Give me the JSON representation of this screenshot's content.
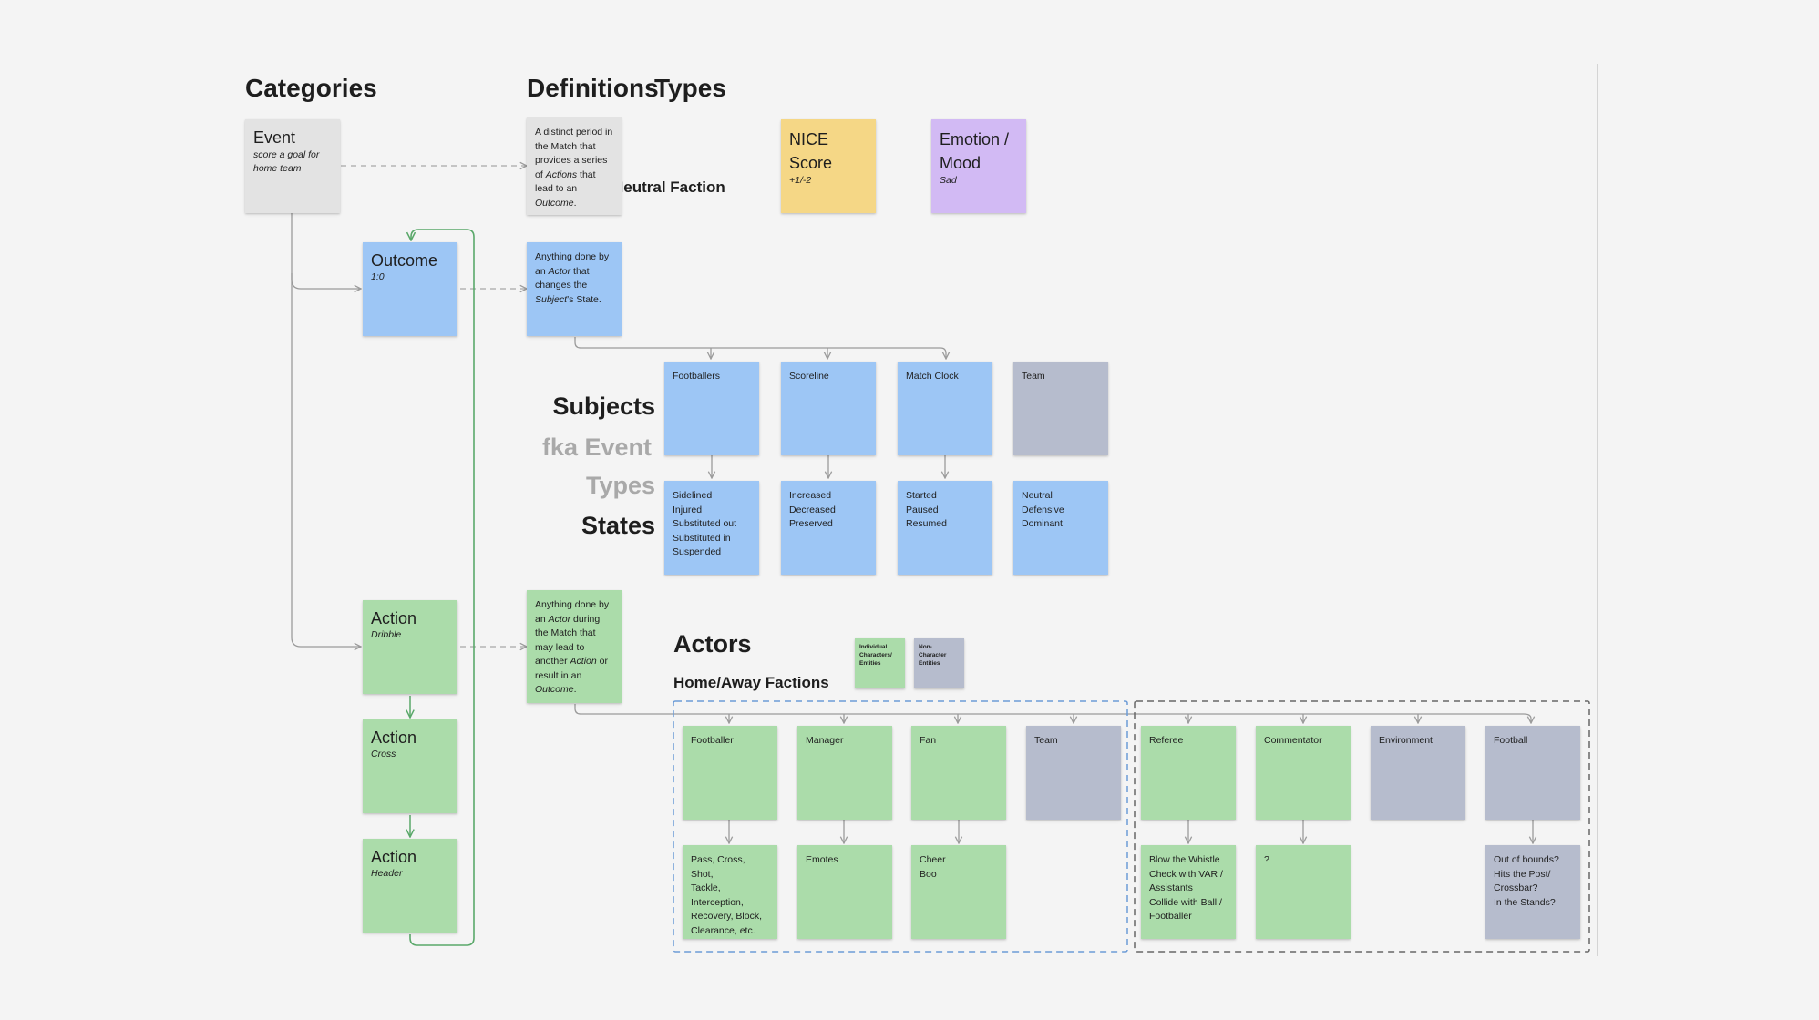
{
  "headings": {
    "categories": "Categories",
    "definitions": "Definitions",
    "types": "Types",
    "neutral_faction": "Neutral Faction",
    "subjects": "Subjects",
    "fka_event": "fka Event",
    "fka_types": "Types",
    "states": "States",
    "actors": "Actors",
    "home_away_factions": "Home/Away Factions"
  },
  "categories": {
    "event": {
      "title": "Event",
      "example": "score a goal for home team"
    },
    "outcome": {
      "title": "Outcome",
      "example": "1:0"
    },
    "actions": [
      {
        "title": "Action",
        "example": "Dribble"
      },
      {
        "title": "Action",
        "example": "Cross"
      },
      {
        "title": "Action",
        "example": "Header"
      }
    ]
  },
  "definitions": {
    "event": [
      "A distinct period in the Match that provides a series of ",
      "Actions",
      " that lead to an ",
      "Outcome",
      "."
    ],
    "outcome": [
      "Anything done by an ",
      "Actor",
      " that changes the ",
      "Subject",
      "’s State."
    ],
    "action": [
      "Anything done by an ",
      "Actor",
      " during the Match that may lead to another ",
      "Action",
      " or result in an ",
      "Outcome",
      "."
    ]
  },
  "types": {
    "nice_score": {
      "title": "NICE Score",
      "example": "+1/-2",
      "color": "#f5d786"
    },
    "emotion": {
      "title": "Emotion / Mood",
      "example": "Sad",
      "color": "#d2baf4"
    }
  },
  "subjects": [
    {
      "name": "Footballers",
      "states": "Sidelined\nInjured\nSubstituted out\nSubstituted in\nSuspended"
    },
    {
      "name": "Scoreline",
      "states": "Increased\nDecreased\nPreserved"
    },
    {
      "name": "Match Clock",
      "states": "Started\nPaused\nResumed"
    },
    {
      "name": "Team",
      "states": "Neutral\nDefensive\nDominant"
    }
  ],
  "legend": {
    "individual": "Individual\nCharacters/\nEntities",
    "non_character": "Non-\nCharacter\nEntities"
  },
  "home_away_actors": [
    {
      "name": "Footballer",
      "actions": "Pass, Cross, Shot,\nTackle,\nInterception,\nRecovery, Block,\nClearance, etc."
    },
    {
      "name": "Manager",
      "actions": "Emotes"
    },
    {
      "name": "Fan",
      "actions": "Cheer\nBoo"
    },
    {
      "name": "Team",
      "actions": ""
    }
  ],
  "neutral_actors": [
    {
      "name": "Referee",
      "actions": "Blow the Whistle\nCheck with VAR /\nAssistants\nCollide with Ball /\nFootballer"
    },
    {
      "name": "Commentator",
      "actions": "?"
    },
    {
      "name": "Environment",
      "actions": ""
    },
    {
      "name": "Football",
      "actions": "Out of bounds?\nHits the Post/\nCrossbar?\nIn the Stands?"
    }
  ],
  "colors": {
    "event": "#e3e3e3",
    "subject_state": "#9dc6f5",
    "character": "#abdcaa",
    "non_character": "#b6bccd",
    "loop_line": "#5aa86a",
    "home_away_border": "#6c9bd6",
    "neutral_border": "#666666"
  }
}
